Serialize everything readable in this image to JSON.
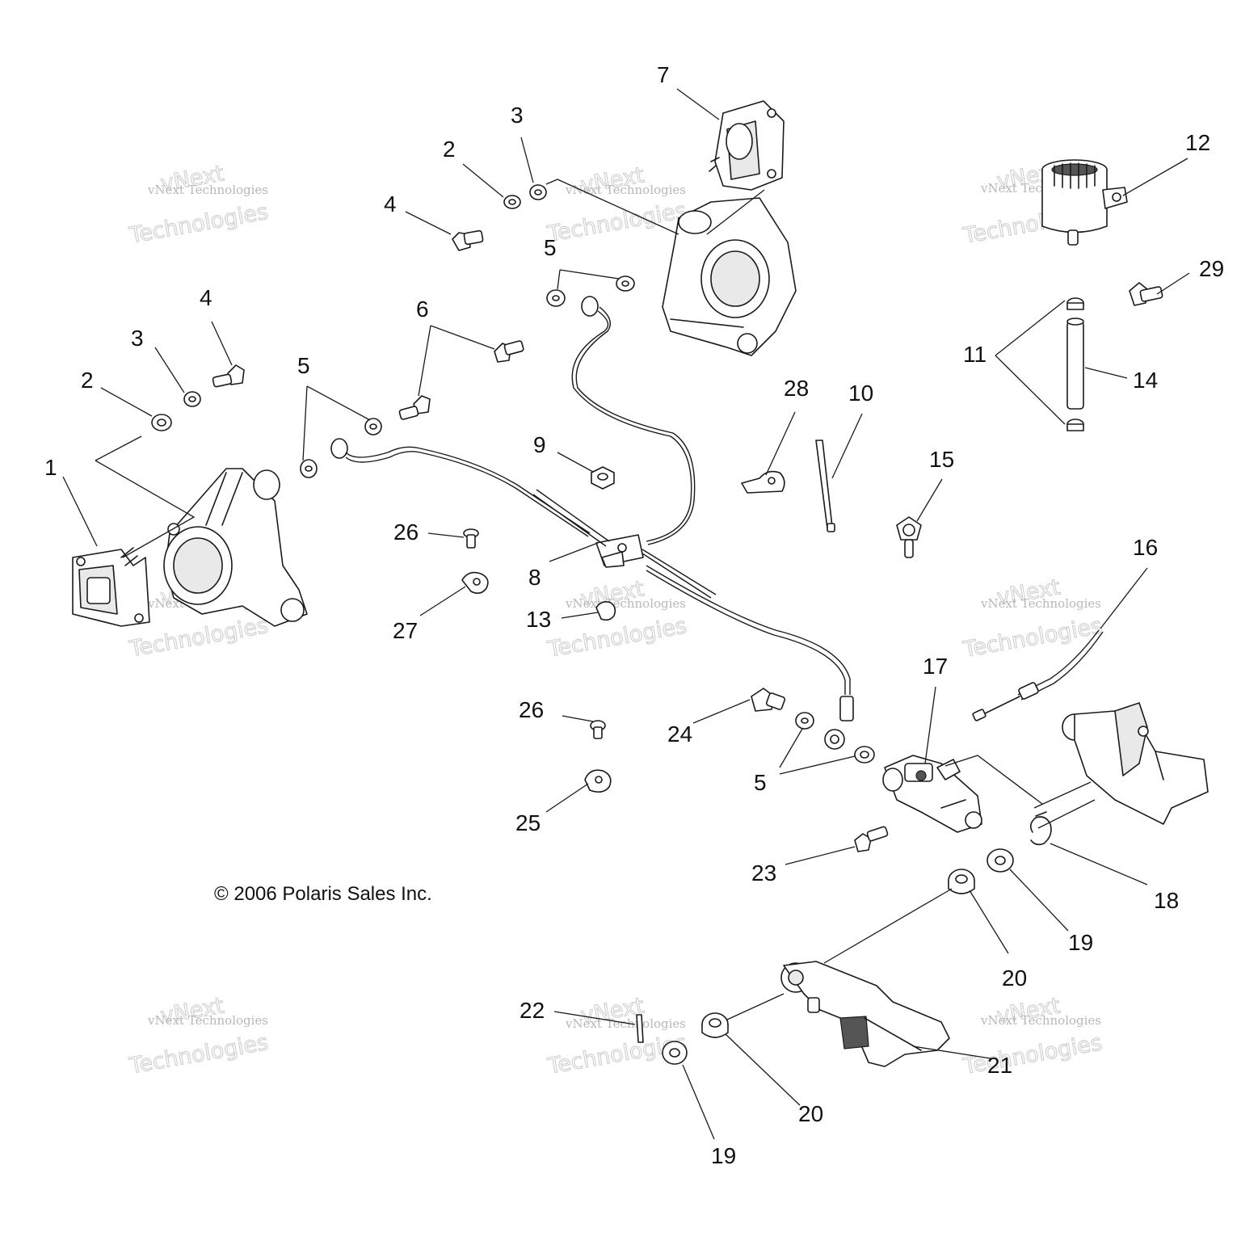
{
  "diagram": {
    "copyright": "© 2006 Polaris Sales Inc.",
    "watermark": {
      "line1": "vNext Technologies",
      "line2": "Technologies",
      "line3": "vNext"
    },
    "callouts": [
      {
        "id": "c1",
        "label": "1"
      },
      {
        "id": "c2a",
        "label": "2"
      },
      {
        "id": "c3a",
        "label": "3"
      },
      {
        "id": "c4a",
        "label": "4"
      },
      {
        "id": "c2b",
        "label": "2"
      },
      {
        "id": "c3b",
        "label": "3"
      },
      {
        "id": "c4b",
        "label": "4"
      },
      {
        "id": "c5a",
        "label": "5"
      },
      {
        "id": "c5b",
        "label": "5"
      },
      {
        "id": "c5c",
        "label": "5"
      },
      {
        "id": "c6",
        "label": "6"
      },
      {
        "id": "c7",
        "label": "7"
      },
      {
        "id": "c8",
        "label": "8"
      },
      {
        "id": "c9",
        "label": "9"
      },
      {
        "id": "c10",
        "label": "10"
      },
      {
        "id": "c11",
        "label": "11"
      },
      {
        "id": "c12",
        "label": "12"
      },
      {
        "id": "c13",
        "label": "13"
      },
      {
        "id": "c14",
        "label": "14"
      },
      {
        "id": "c15",
        "label": "15"
      },
      {
        "id": "c16",
        "label": "16"
      },
      {
        "id": "c17",
        "label": "17"
      },
      {
        "id": "c18",
        "label": "18"
      },
      {
        "id": "c19a",
        "label": "19"
      },
      {
        "id": "c19b",
        "label": "19"
      },
      {
        "id": "c20a",
        "label": "20"
      },
      {
        "id": "c20b",
        "label": "20"
      },
      {
        "id": "c21",
        "label": "21"
      },
      {
        "id": "c22",
        "label": "22"
      },
      {
        "id": "c23",
        "label": "23"
      },
      {
        "id": "c24",
        "label": "24"
      },
      {
        "id": "c25",
        "label": "25"
      },
      {
        "id": "c26a",
        "label": "26"
      },
      {
        "id": "c26b",
        "label": "26"
      },
      {
        "id": "c27",
        "label": "27"
      },
      {
        "id": "c28",
        "label": "28"
      },
      {
        "id": "c29",
        "label": "29"
      }
    ]
  }
}
